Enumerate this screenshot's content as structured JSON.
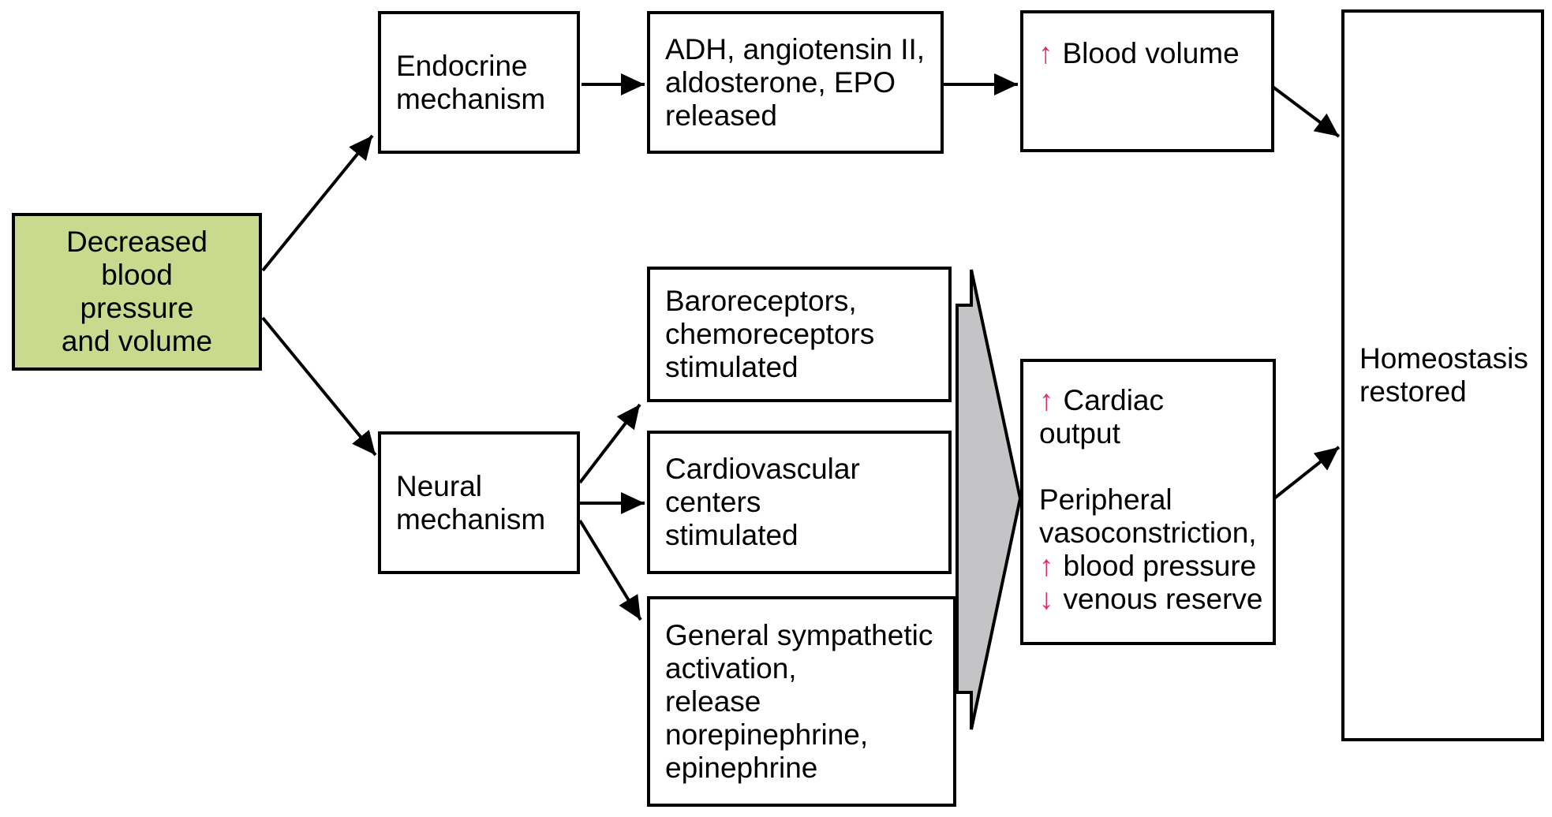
{
  "figure": {
    "description": "Flowchart of homeostatic responses to decreased blood pressure and volume"
  },
  "colors": {
    "start_box_green": "#c9da8e",
    "arrow_pink": "#dd2a70",
    "big_arrow_gray": "#c4c4c6",
    "outline_black": "#000000"
  },
  "nodes": {
    "start": {
      "lines": [
        "Decreased",
        "blood",
        "pressure",
        "and volume"
      ]
    },
    "endocrine": {
      "lines": [
        "Endocrine",
        "mechanism"
      ]
    },
    "adh": {
      "lines": [
        "ADH, angiotensin II,",
        "aldosterone, EPO",
        "released"
      ]
    },
    "blood_volume": {
      "arrow_char": "↑",
      "text": "Blood volume"
    },
    "homeostasis": {
      "lines": [
        "Homeostasis",
        "restored"
      ]
    },
    "neural": {
      "lines": [
        "Neural",
        "mechanism"
      ]
    },
    "baroreceptors": {
      "lines": [
        "Baroreceptors,",
        "chemoreceptors",
        "stimulated"
      ]
    },
    "cardio_centers": {
      "lines": [
        "Cardiovascular",
        "centers",
        "stimulated"
      ]
    },
    "general_sympathetic": {
      "lines": [
        "General sympathetic",
        "activation,",
        "release",
        "norepinephrine,",
        "epinephrine"
      ]
    },
    "cardiac_output": {
      "lines": [
        {
          "arrow_char": "↑",
          "text": "Cardiac"
        },
        {
          "arrow_char": "",
          "text": "output"
        },
        {
          "arrow_char": "",
          "text": ""
        },
        {
          "arrow_char": "",
          "text": "Peripheral"
        },
        {
          "arrow_char": "",
          "text": "vasoconstriction,"
        },
        {
          "arrow_char": "↑",
          "text": "blood pressure"
        },
        {
          "arrow_char": "↓",
          "text": "venous reserve"
        }
      ]
    }
  }
}
